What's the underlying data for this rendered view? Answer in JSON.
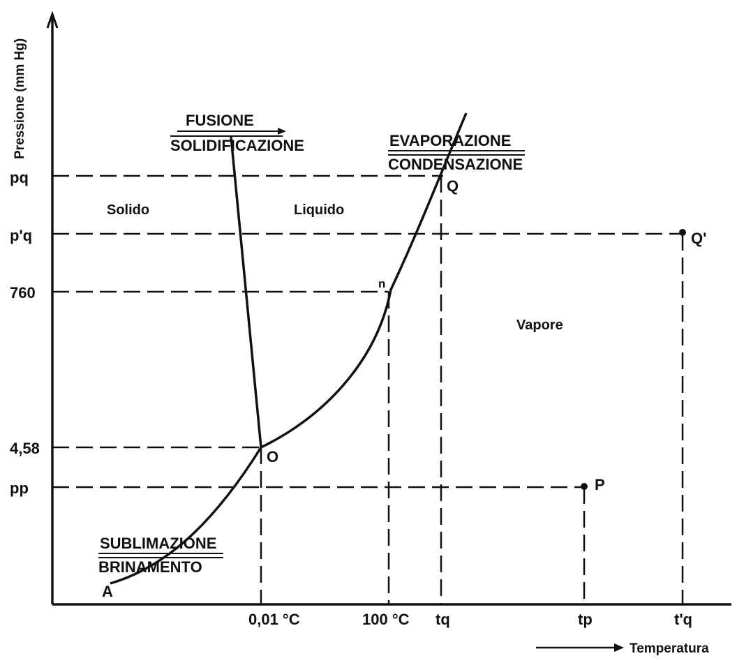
{
  "axes": {
    "y_title": "Pressione (mm Hg)",
    "x_title": "Temperatura"
  },
  "y_ticks": {
    "pq": "pq",
    "pq_prime": "p'q",
    "p760": "760",
    "p458": "4,58",
    "pp": "pp"
  },
  "x_ticks": {
    "t001": "0,01 °C",
    "t100": "100 °C",
    "tq": "tq",
    "tp": "tp",
    "tq_prime": "t'q"
  },
  "regions": {
    "solid": "Solido",
    "liquid": "Liquido",
    "vapor": "Vapore"
  },
  "transitions": {
    "fusion": "FUSIONE",
    "solidification": "SOLIDIFICAZIONE",
    "evaporation": "EVAPORAZIONE",
    "condensation": "CONDENSAZIONE",
    "sublimation": "SUBLIMAZIONE",
    "deposition": "BRINAMENTO"
  },
  "points": {
    "A": "A",
    "O": "O",
    "n": "n",
    "Q": "Q",
    "Q_prime": "Q'",
    "P": "P"
  }
}
